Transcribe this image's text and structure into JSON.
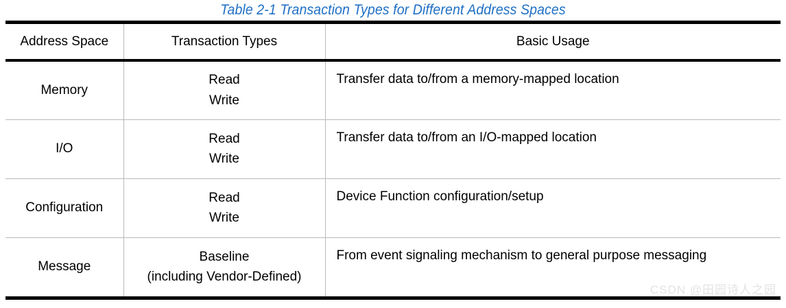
{
  "caption": "Table  2-1  Transaction Types for Different Address Spaces",
  "colors": {
    "caption": "#1F6FC4",
    "rule_major": "#000000",
    "rule_minor": "#b9b9b9",
    "watermark": "#e3e3e3",
    "background": "#ffffff"
  },
  "table": {
    "headers": {
      "address_space": "Address Space",
      "transaction_types": "Transaction Types",
      "basic_usage": "Basic Usage"
    },
    "rows": [
      {
        "address_space": "Memory",
        "transaction_types": [
          "Read",
          "Write"
        ],
        "basic_usage": "Transfer data to/from a memory-mapped location"
      },
      {
        "address_space": "I/O",
        "transaction_types": [
          "Read",
          "Write"
        ],
        "basic_usage": "Transfer data to/from an I/O-mapped location"
      },
      {
        "address_space": "Configuration",
        "transaction_types": [
          "Read",
          "Write"
        ],
        "basic_usage": "Device Function configuration/setup"
      },
      {
        "address_space": "Message",
        "transaction_types": [
          "Baseline",
          "(including Vendor-Defined)"
        ],
        "basic_usage": "From event signaling mechanism to general purpose messaging"
      }
    ]
  },
  "watermark": "CSDN @田园诗人之园"
}
